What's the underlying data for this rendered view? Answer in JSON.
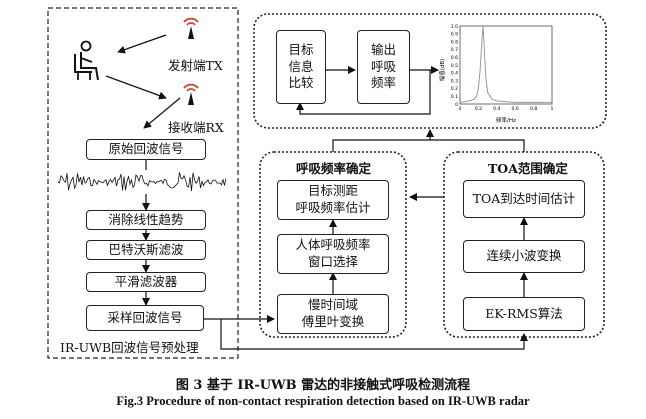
{
  "left_panel": {
    "label_tx": "发射端TX",
    "label_rx": "接收端RX",
    "box_raw": "原始回波信号",
    "box_detrend": "消除线性趋势",
    "box_butter": "巴特沃斯滤波",
    "box_smooth": "平滑滤波器",
    "box_sample": "采样回波信号",
    "panel_title": "IR-UWB回波信号预处理"
  },
  "top_panel": {
    "box_target_1": "目标",
    "box_target_2": "信息",
    "box_target_3": "比较",
    "box_output_1": "输出",
    "box_output_2": "呼吸",
    "box_output_3": "频率",
    "mini_chart": {
      "ylabel": "幅值(dB)",
      "xlabel": "频率/Hz",
      "yticks": [
        "1.0",
        "0.9",
        "0.8",
        "0.7",
        "0.6",
        "0.5",
        "0.4",
        "0.3",
        "0.2",
        "0.1",
        "0"
      ],
      "xticks": [
        "0",
        "0.2",
        "0.4",
        "0.6",
        "0.8",
        "1"
      ]
    }
  },
  "mid_panel": {
    "title": "呼吸频率确定",
    "box_est_1": "目标测距",
    "box_est_2": "呼吸频率估计",
    "box_win_1": "人体呼吸频率",
    "box_win_2": "窗口选择",
    "box_ft_1": "慢时间域",
    "box_ft_2": "傅里叶变换"
  },
  "right_panel": {
    "title": "TOA范围确定",
    "box_toa": "TOA到达时间估计",
    "box_wavelet": "连续小波变换",
    "box_ekrms": "EK-RMS算法"
  },
  "caption": {
    "cn": "图 3   基于 IR-UWB 雷达的非接触式呼吸检测流程",
    "en": "Fig.3   Procedure of non-contact respiration detection based on IR-UWB radar"
  },
  "chart_data": {
    "type": "line",
    "xlabel": "频率/Hz",
    "ylabel": "幅值(dB)",
    "xlim": [
      0,
      1
    ],
    "ylim": [
      0,
      1
    ],
    "x": [
      0,
      0.05,
      0.1,
      0.15,
      0.18,
      0.2,
      0.22,
      0.24,
      0.25,
      0.26,
      0.28,
      0.3,
      0.35,
      0.4,
      0.5,
      0.6,
      0.7,
      0.8,
      0.9,
      1.0
    ],
    "y": [
      0.02,
      0.03,
      0.04,
      0.06,
      0.1,
      0.2,
      0.45,
      0.85,
      1.0,
      0.8,
      0.35,
      0.15,
      0.06,
      0.04,
      0.03,
      0.02,
      0.02,
      0.02,
      0.02,
      0.02
    ]
  }
}
